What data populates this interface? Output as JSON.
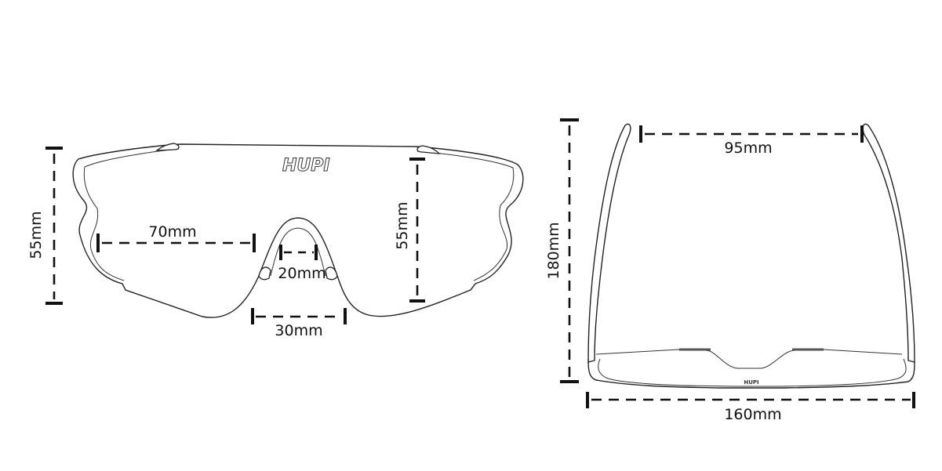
{
  "brand": "HUPI",
  "front_view": {
    "height_left": "55mm",
    "lens_width": "70mm",
    "nose_bridge": "20mm",
    "nose_base": "30mm",
    "height_right": "55mm"
  },
  "top_view": {
    "length": "180mm",
    "temple_gap": "95mm",
    "total_width": "160mm"
  },
  "colors": {
    "line": "#111111",
    "background": "#ffffff"
  }
}
